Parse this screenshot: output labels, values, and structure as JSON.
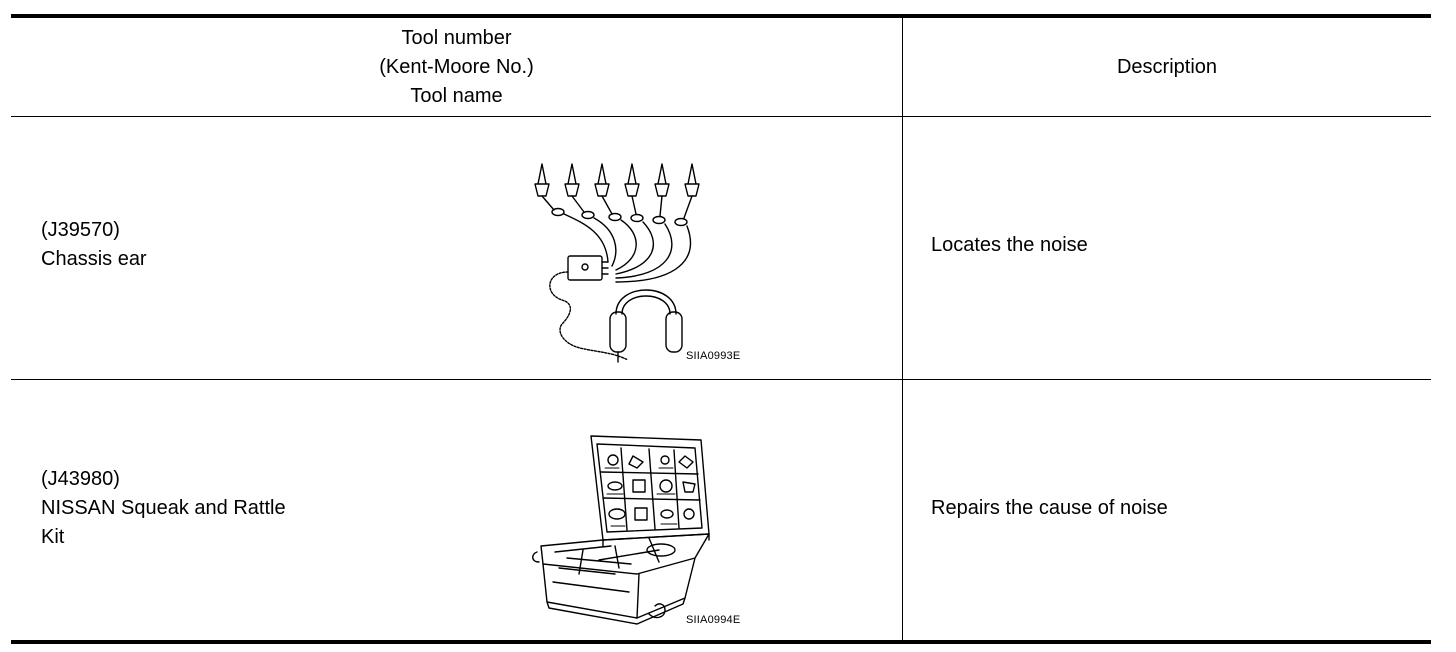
{
  "table": {
    "header": {
      "tool_col_lines": [
        "Tool number",
        "(Kent-Moore No.)",
        "Tool name"
      ],
      "description_col": "Description"
    },
    "rows": [
      {
        "tool_number": "(J39570)",
        "tool_name_lines": [
          "Chassis ear"
        ],
        "figure_code": "SIIA0993E",
        "illustration_icon": "chassis-ear-icon",
        "description": "Locates the noise"
      },
      {
        "tool_number": "(J43980)",
        "tool_name_lines": [
          "NISSAN Squeak and Rattle",
          "Kit"
        ],
        "figure_code": "SIIA0994E",
        "illustration_icon": "squeak-rattle-kit-icon",
        "description": "Repairs the cause of noise"
      }
    ]
  }
}
